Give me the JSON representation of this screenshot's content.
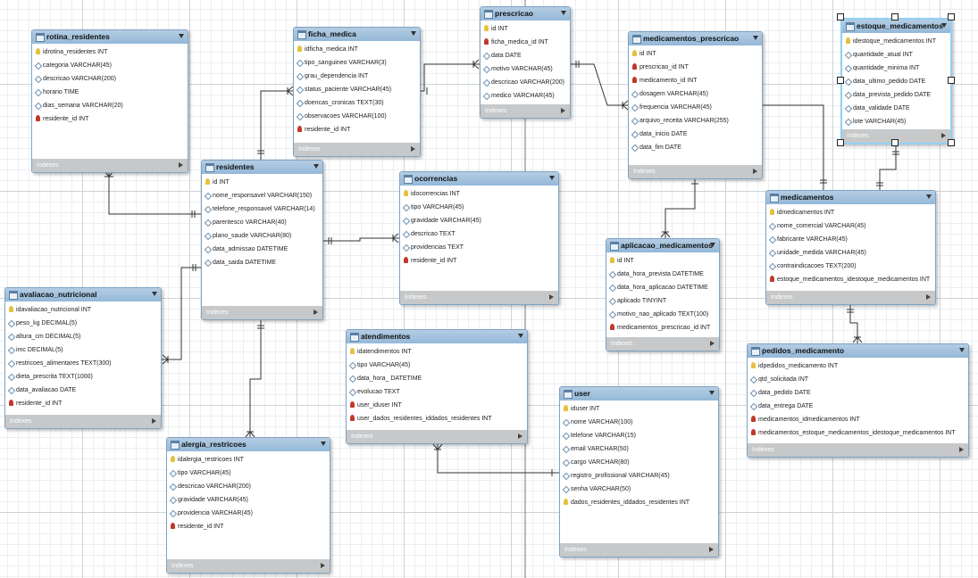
{
  "tables": [
    {
      "id": "rotina_residentes",
      "name": "rotina_residentes",
      "footer": "Indexes",
      "columns": [
        {
          "type": "key",
          "text": "idrotina_residentes INT"
        },
        {
          "type": "col",
          "text": "categoria VARCHAR(45)"
        },
        {
          "type": "col",
          "text": "descricao VARCHAR(200)"
        },
        {
          "type": "col",
          "text": "horario TIME"
        },
        {
          "type": "col",
          "text": "dias_semana VARCHAR(20)"
        },
        {
          "type": "fk",
          "text": "residente_id INT"
        }
      ]
    },
    {
      "id": "ficha_medica",
      "name": "ficha_medica",
      "footer": "Indexes",
      "columns": [
        {
          "type": "key",
          "text": "idficha_medica INT"
        },
        {
          "type": "col",
          "text": "tipo_sanguineo VARCHAR(3)"
        },
        {
          "type": "col",
          "text": "grau_dependencia INT"
        },
        {
          "type": "col",
          "text": "status_paciente VARCHAR(45)"
        },
        {
          "type": "col",
          "text": "doencas_cronicas TEXT(30)"
        },
        {
          "type": "col",
          "text": "observacoes VARCHAR(100)"
        },
        {
          "type": "fk",
          "text": "residente_id INT"
        }
      ]
    },
    {
      "id": "prescricao",
      "name": "prescricao",
      "footer": "Indexes",
      "columns": [
        {
          "type": "key",
          "text": "id INT"
        },
        {
          "type": "fk",
          "text": "ficha_medica_id INT"
        },
        {
          "type": "col",
          "text": "data DATE"
        },
        {
          "type": "col",
          "text": "motivo VARCHAR(45)"
        },
        {
          "type": "col",
          "text": "descricao VARCHAR(200)"
        },
        {
          "type": "col",
          "text": "medico VARCHAR(45)"
        }
      ]
    },
    {
      "id": "medicamentos_prescricao",
      "name": "medicamentos_prescricao",
      "footer": "Indexes",
      "columns": [
        {
          "type": "key",
          "text": "id INT"
        },
        {
          "type": "fk",
          "text": "prescricao_id INT"
        },
        {
          "type": "fk",
          "text": "medicamento_id INT"
        },
        {
          "type": "col",
          "text": "dosagem VARCHAR(45)"
        },
        {
          "type": "col",
          "text": "frequencia VARCHAR(45)"
        },
        {
          "type": "col",
          "text": "arquivo_receita VARCHAR(255)"
        },
        {
          "type": "col",
          "text": "data_inicio DATE"
        },
        {
          "type": "col",
          "text": "data_fim DATE"
        }
      ]
    },
    {
      "id": "estoque_medicamentos",
      "name": "estoque_medicamentos",
      "footer": "Indexes",
      "columns": [
        {
          "type": "key",
          "text": "idestoque_medicamentos INT"
        },
        {
          "type": "col",
          "text": "quantidade_atual INT"
        },
        {
          "type": "col",
          "text": "quantidade_minima INT"
        },
        {
          "type": "col",
          "text": "data_ultimo_pedido DATE"
        },
        {
          "type": "col",
          "text": "data_prevista_pedido DATE"
        },
        {
          "type": "col",
          "text": "data_validade DATE"
        },
        {
          "type": "col",
          "text": "lote VARCHAR(45)"
        }
      ]
    },
    {
      "id": "residentes",
      "name": "residentes",
      "footer": "Indexes",
      "columns": [
        {
          "type": "key",
          "text": "id INT"
        },
        {
          "type": "col",
          "text": "nome_responsavel VARCHAR(150)"
        },
        {
          "type": "col",
          "text": "telefone_responsavel VARCHAR(14)"
        },
        {
          "type": "col",
          "text": "parentesco VARCHAR(40)"
        },
        {
          "type": "col",
          "text": "plano_saude VARCHAR(80)"
        },
        {
          "type": "col",
          "text": "data_admissao DATETIME"
        },
        {
          "type": "col",
          "text": "data_saida DATETIME"
        }
      ]
    },
    {
      "id": "ocorrencias",
      "name": "ocorrencias",
      "footer": "Indexes",
      "columns": [
        {
          "type": "key",
          "text": "idocorrencias INT"
        },
        {
          "type": "col",
          "text": "tipo VARCHAR(45)"
        },
        {
          "type": "col",
          "text": "gravidade VARCHAR(45)"
        },
        {
          "type": "col",
          "text": "descricao TEXT"
        },
        {
          "type": "col",
          "text": "providencias TEXT"
        },
        {
          "type": "fk",
          "text": "residente_id INT"
        }
      ]
    },
    {
      "id": "medicamentos",
      "name": "medicamentos",
      "footer": "Indexes",
      "columns": [
        {
          "type": "key",
          "text": "idmedicamentos INT"
        },
        {
          "type": "col",
          "text": "nome_comercial VARCHAR(45)"
        },
        {
          "type": "col",
          "text": "fabricante VARCHAR(45)"
        },
        {
          "type": "col",
          "text": "unidade_medida VARCHAR(45)"
        },
        {
          "type": "col",
          "text": "contraindicacoes TEXT(200)"
        },
        {
          "type": "fk",
          "text": "estoque_medicamentos_idestoque_medicamentos INT"
        }
      ]
    },
    {
      "id": "aplicacao_medicamentos",
      "name": "aplicacao_medicamentos",
      "footer": "Indexes",
      "columns": [
        {
          "type": "key",
          "text": "id INT"
        },
        {
          "type": "col",
          "text": "data_hora_prevista DATETIME"
        },
        {
          "type": "col",
          "text": "data_hora_aplicacao DATETIME"
        },
        {
          "type": "col",
          "text": "aplicado TINYINT"
        },
        {
          "type": "col",
          "text": "motivo_nao_aplicado TEXT(100)"
        },
        {
          "type": "fk",
          "text": "medicamentos_prescricao_id INT"
        }
      ]
    },
    {
      "id": "avaliacao_nutricional",
      "name": "avaliacao_nutricional",
      "footer": "Indexes",
      "columns": [
        {
          "type": "key",
          "text": "idavaliacao_nutricional INT"
        },
        {
          "type": "col",
          "text": "peso_kg DECIMAL(5)"
        },
        {
          "type": "col",
          "text": "altura_cm DECIMAL(5)"
        },
        {
          "type": "col",
          "text": "imc DECIMAL(5)"
        },
        {
          "type": "col",
          "text": "restricoes_alimentares TEXT(300)"
        },
        {
          "type": "col",
          "text": "dieta_prescrita TEXT(1000)"
        },
        {
          "type": "col",
          "text": "data_avaliacao DATE"
        },
        {
          "type": "fk",
          "text": "residente_id INT"
        }
      ]
    },
    {
      "id": "atendimentos",
      "name": "atendimentos",
      "footer": "Indexes",
      "columns": [
        {
          "type": "key",
          "text": "idatendimentos INT"
        },
        {
          "type": "col",
          "text": "tipo VARCHAR(45)"
        },
        {
          "type": "col",
          "text": "data_hora_ DATETIME"
        },
        {
          "type": "col",
          "text": "evolucao TEXT"
        },
        {
          "type": "fk",
          "text": "user_iduser INT"
        },
        {
          "type": "fk",
          "text": "user_dados_residentes_iddados_residentes INT"
        }
      ]
    },
    {
      "id": "pedidos_medicamento",
      "name": "pedidos_medicamento",
      "footer": "Indexes",
      "columns": [
        {
          "type": "key",
          "text": "idpedidos_medicamento INT"
        },
        {
          "type": "col",
          "text": "qtd_solicitada INT"
        },
        {
          "type": "col",
          "text": "data_pedido DATE"
        },
        {
          "type": "col",
          "text": "data_entrega DATE"
        },
        {
          "type": "fk",
          "text": "medicamentos_idmedicamentos INT"
        },
        {
          "type": "fk",
          "text": "medicamentos_estoque_medicamentos_idestoque_medicamentos INT"
        }
      ]
    },
    {
      "id": "user",
      "name": "user",
      "footer": "Indexes",
      "columns": [
        {
          "type": "key",
          "text": "iduser INT"
        },
        {
          "type": "col",
          "text": "nome VARCHAR(100)"
        },
        {
          "type": "col",
          "text": "telefone VARCHAR(15)"
        },
        {
          "type": "col",
          "text": "email VARCHAR(50)"
        },
        {
          "type": "col",
          "text": "cargo VARCHAR(80)"
        },
        {
          "type": "col",
          "text": "registro_profissional VARCHAR(45)"
        },
        {
          "type": "col",
          "text": "senha VARCHAR(50)"
        },
        {
          "type": "key",
          "text": "dados_residentes_iddados_residentes INT"
        }
      ]
    },
    {
      "id": "alergia_restricoes",
      "name": "alergia_restricoes",
      "footer": "Indexes",
      "columns": [
        {
          "type": "key",
          "text": "idalergia_restricoes INT"
        },
        {
          "type": "col",
          "text": "tipo VARCHAR(45)"
        },
        {
          "type": "col",
          "text": "descricao VARCHAR(200)"
        },
        {
          "type": "col",
          "text": "gravidade VARCHAR(45)"
        },
        {
          "type": "col",
          "text": "providencia VARCHAR(45)"
        },
        {
          "type": "fk",
          "text": "residente_id INT"
        }
      ]
    }
  ]
}
